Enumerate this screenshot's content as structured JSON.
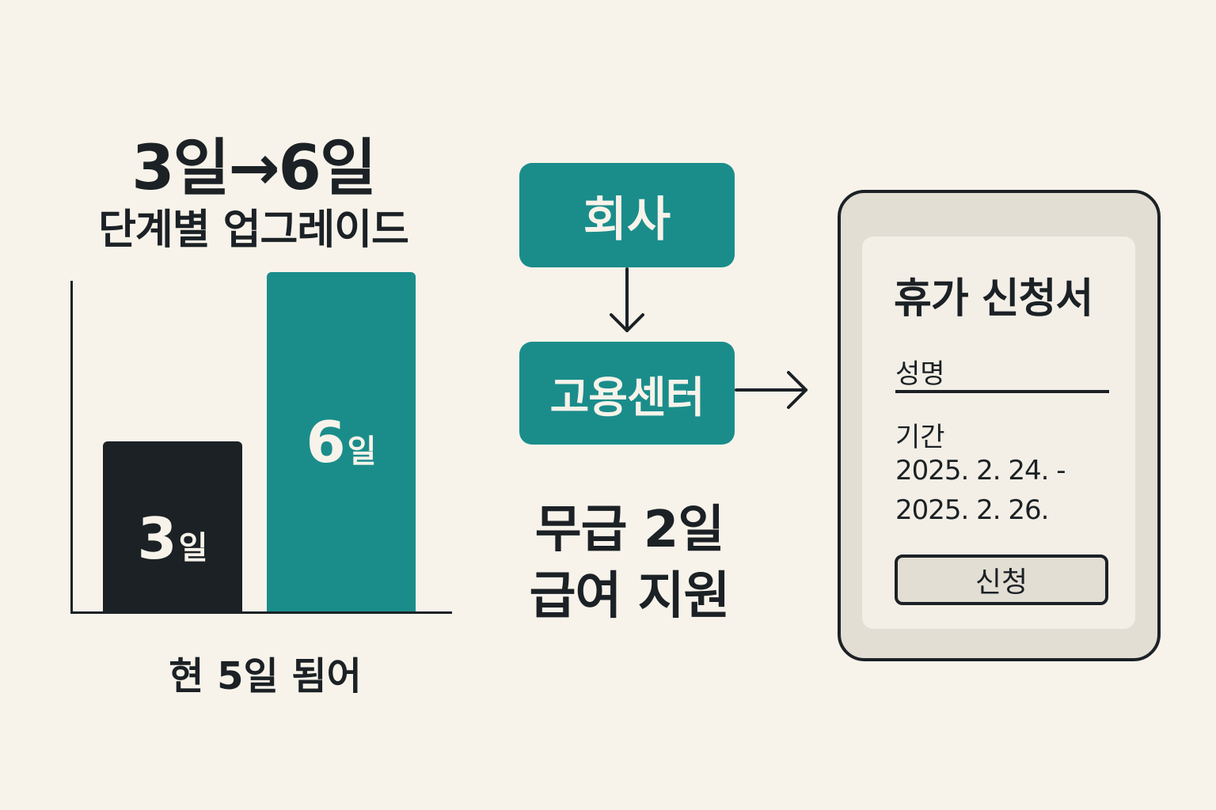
{
  "headline": {
    "main": "3일→6일",
    "sub": "단계별 업그레이드"
  },
  "chart_data": {
    "type": "bar",
    "categories": [
      "3일",
      "6일"
    ],
    "values": [
      3,
      6
    ],
    "bar_labels": [
      {
        "num": "3",
        "unit": "일"
      },
      {
        "num": "6",
        "unit": "일"
      }
    ],
    "ylim": [
      0,
      7.2
    ],
    "colors": [
      "#1b2125",
      "#1a8d8b"
    ],
    "caption": "현 5일 됨어"
  },
  "flow": {
    "company": "회사",
    "center": "고용센터",
    "support_line1": "무급 2일",
    "support_line2": "급여 지원"
  },
  "form": {
    "title": "휴가 신청서",
    "name_label": "성명",
    "period_label": "기간",
    "period_start": "2025. 2. 24. -",
    "period_end": "2025. 2. 26.",
    "submit_label": "신청"
  },
  "colors": {
    "background": "#f8f3ea",
    "dark": "#1b2125",
    "teal": "#1a8d8b",
    "device": "#e2ded3"
  }
}
